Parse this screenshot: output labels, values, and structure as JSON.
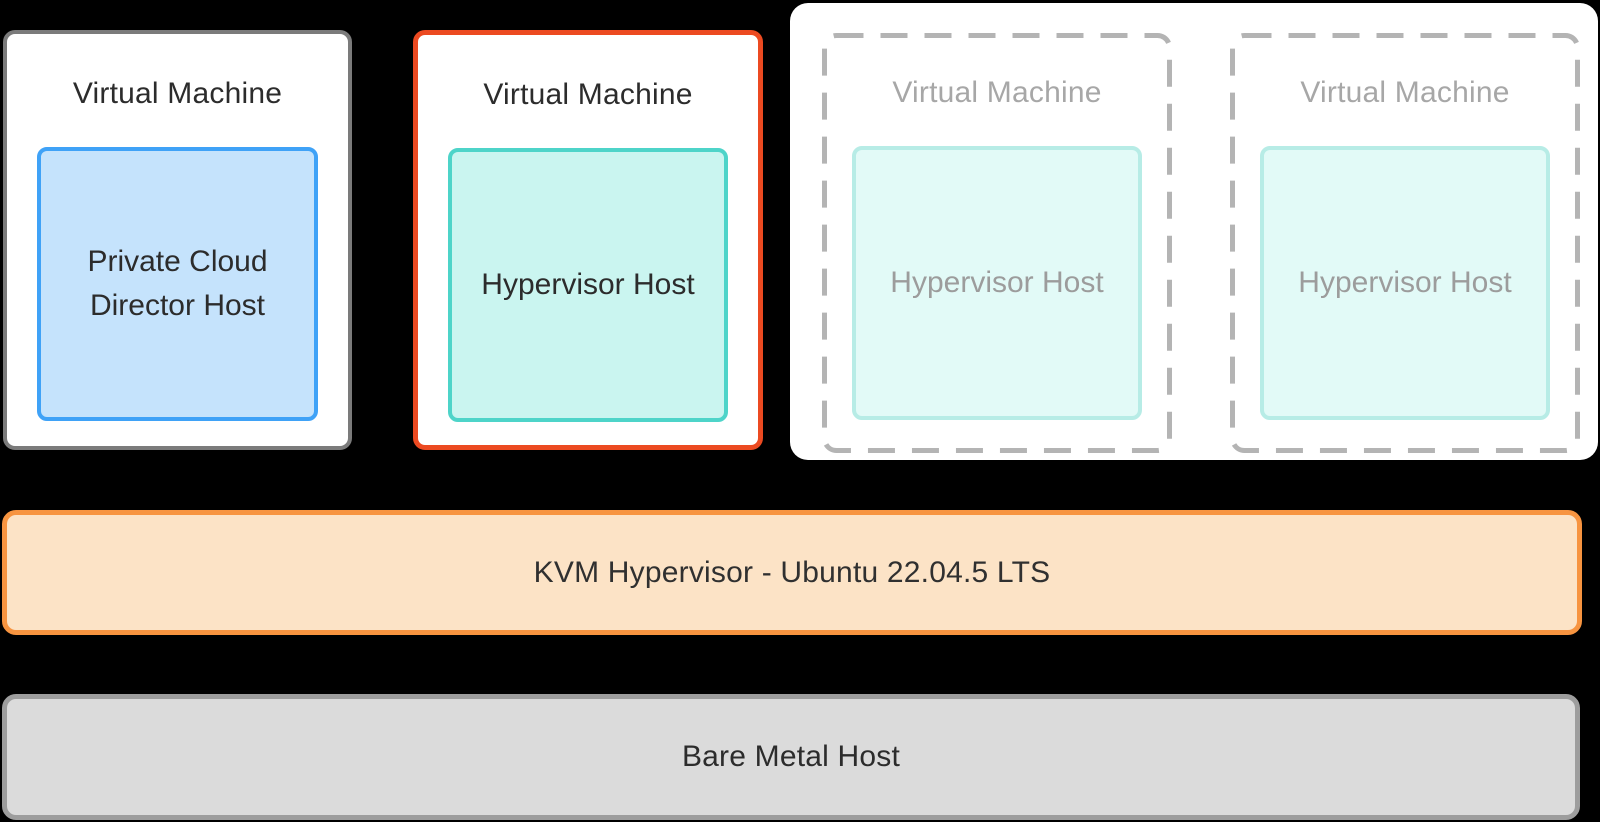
{
  "diagram": {
    "vms": [
      {
        "title": "Virtual Machine",
        "host": "Private Cloud Director Host",
        "state": "active"
      },
      {
        "title": "Virtual Machine",
        "host": "Hypervisor Host",
        "state": "highlighted"
      },
      {
        "title": "Virtual Machine",
        "host": "Hypervisor Host",
        "state": "planned"
      },
      {
        "title": "Virtual Machine",
        "host": "Hypervisor Host",
        "state": "planned"
      }
    ],
    "layers": [
      {
        "label": "KVM Hypervisor - Ubuntu 22.04.5 LTS"
      },
      {
        "label": "Bare Metal Host"
      }
    ],
    "colors": {
      "vm_active_border": "#7b7b7b",
      "vm_highlight_border": "#ec4a21",
      "vm_planned_dashed_border": "#b4b4b4",
      "director_host_fill": "#c5e3fc",
      "director_host_border": "#3fa2f7",
      "hypervisor_host_fill": "#caf5f0",
      "hypervisor_host_border": "#4ed4c9",
      "hypervisor_host_faded_fill": "#e2faf7",
      "hypervisor_host_faded_border": "#b7ece6",
      "kvm_layer_fill": "#fce3c6",
      "kvm_layer_border": "#f79440",
      "bare_metal_fill": "#dbdbdb",
      "bare_metal_border": "#9d9d9d"
    }
  }
}
